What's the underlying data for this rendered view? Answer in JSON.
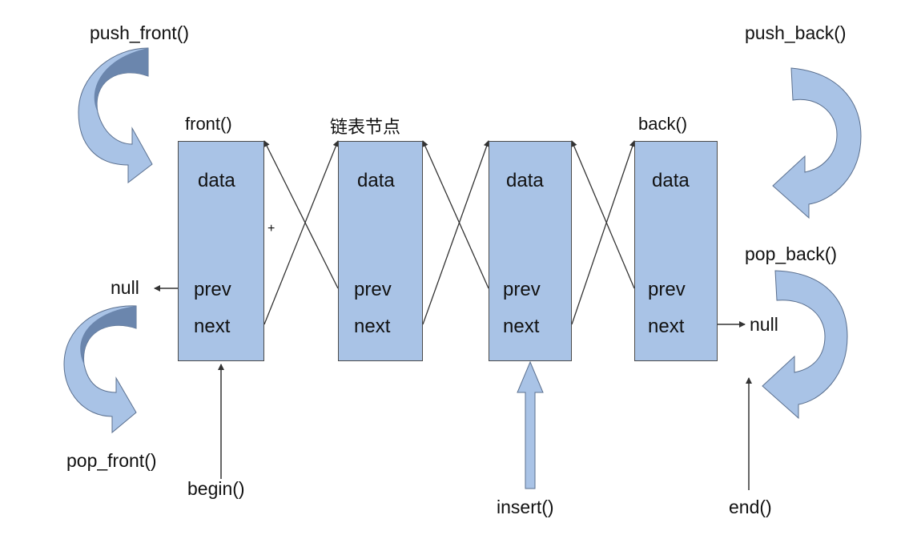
{
  "operations": {
    "push_front": "push_front()",
    "pop_front": "pop_front()",
    "push_back": "push_back()",
    "pop_back": "pop_back()",
    "front": "front()",
    "back": "back()",
    "begin": "begin()",
    "end": "end()",
    "insert": "insert()"
  },
  "node_caption": "链表节点",
  "nodes": [
    {
      "data": "data",
      "prev": "prev",
      "next": "next"
    },
    {
      "data": "data",
      "prev": "prev",
      "next": "next"
    },
    {
      "data": "data",
      "prev": "prev",
      "next": "next"
    },
    {
      "data": "data",
      "prev": "prev",
      "next": "next"
    }
  ],
  "null_left": "null",
  "null_right": "null",
  "cursor_mark": "+",
  "colors": {
    "node_fill": "#a9c3e6",
    "node_border": "#4b4b4b",
    "arrow_fill": "#a9c3e6",
    "arrow_shadow": "#6b86ad",
    "line": "#333333"
  }
}
